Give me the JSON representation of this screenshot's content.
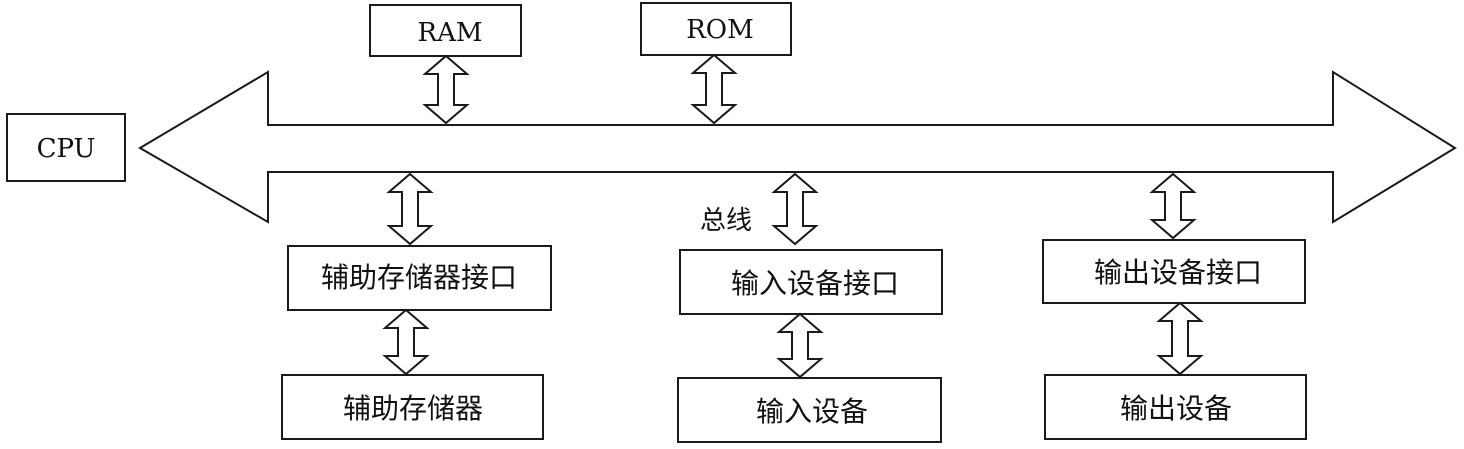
{
  "nodes": {
    "cpu": "CPU",
    "ram": "RAM",
    "rom": "ROM",
    "aux_storage_interface": "辅助存储器接口",
    "aux_storage": "辅助存储器",
    "input_interface": "输入设备接口",
    "input_device": "输入设备",
    "output_interface": "输出设备接口",
    "output_device": "输出设备"
  },
  "bus_label": "总线"
}
